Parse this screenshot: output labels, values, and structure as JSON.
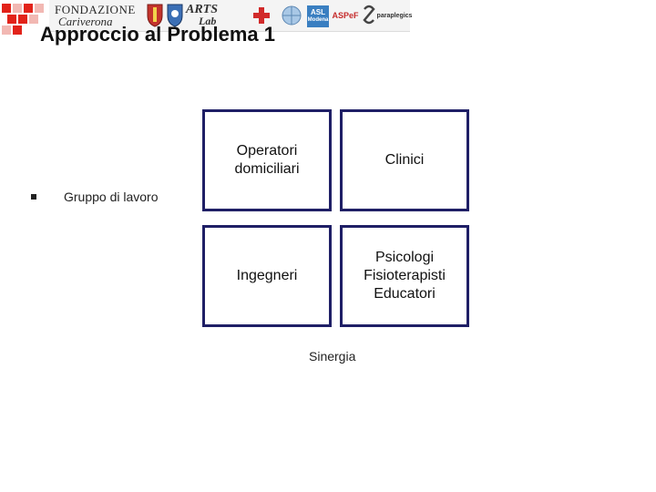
{
  "banner": {
    "fondazione_line1": "FONDAZIONE",
    "fondazione_line2": "Cariverona",
    "arts_line1": "ARTS",
    "arts_line2": "Lab",
    "asl_line1": "ASL",
    "asl_line2": "Modena",
    "aspef_line1": "ASPeF",
    "paraplegics_text": "paraplegics"
  },
  "colors": {
    "accent": "#e2231a",
    "box_border": "#1f1f66"
  },
  "slide": {
    "title": "Approccio al Problema 1",
    "bullet": "Gruppo di lavoro",
    "boxes": {
      "operatori": "Operatori\ndomiciliari",
      "clinici": "Clinici",
      "ingegneri": "Ingegneri",
      "psicologi": "Psicologi\nFisioterapisti\nEducatori"
    },
    "caption": "Sinergia"
  }
}
